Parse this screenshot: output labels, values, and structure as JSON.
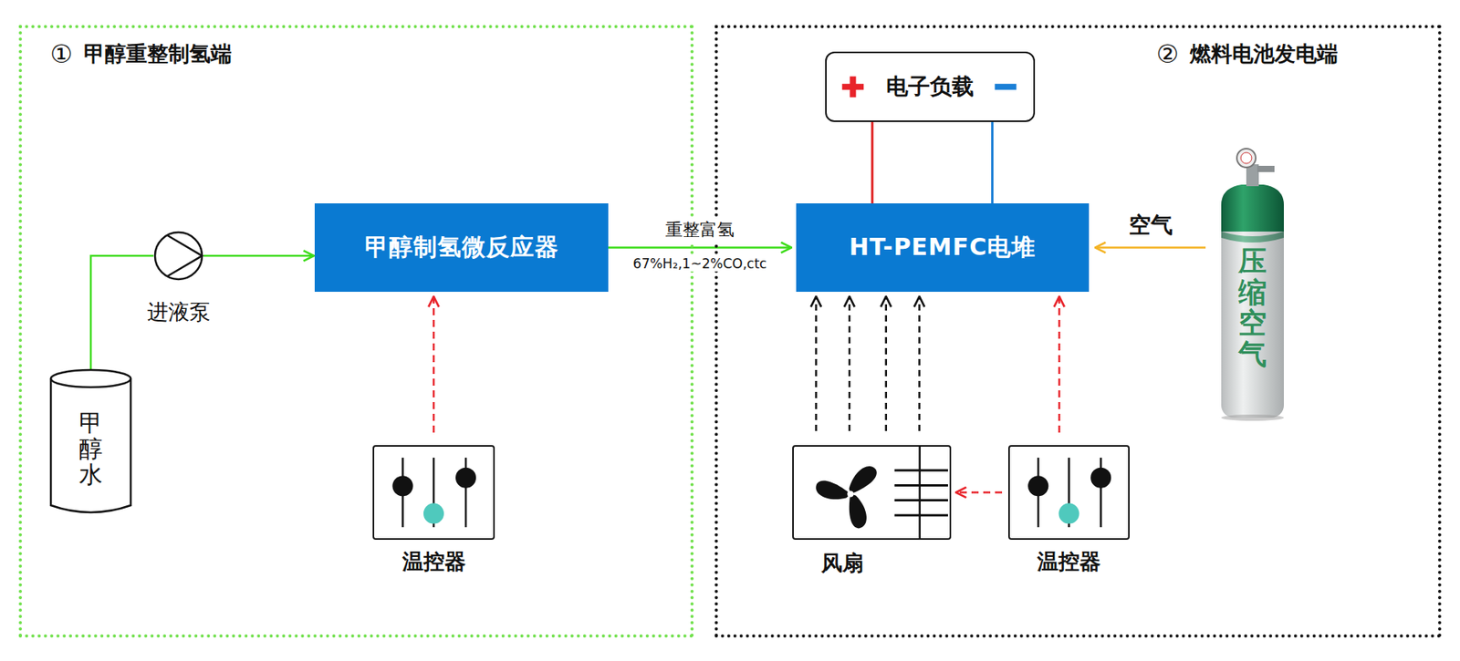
{
  "diagram": {
    "nodes": [
      {
        "text": [
          "①",
          "甲醇重整制氢端"
        ]
      },
      {
        "text": [
          "甲醇水"
        ],
        "in": 0
      },
      {
        "text": [
          "进液泵"
        ],
        "in": 0
      },
      {
        "text": [
          "甲醇制氢微反应器"
        ],
        "in": 0
      },
      {
        "text": [
          "温控器"
        ],
        "in": 0
      },
      {
        "text": [
          "②",
          "燃料电池发电端"
        ]
      },
      {
        "text": [
          "电子负载"
        ],
        "in": 5
      },
      {
        "text": [
          "HT-PEMFC电堆"
        ],
        "in": 5
      },
      {
        "text": [
          "风扇"
        ],
        "in": 5
      },
      {
        "text": [
          "温控器"
        ],
        "in": 5
      },
      {
        "text": [
          "压缩空气"
        ],
        "in": 5
      }
    ],
    "edges": [
      {
        "from": 1,
        "to": 2,
        "arrow": "none"
      },
      {
        "from": 2,
        "to": 3,
        "arrow": "to"
      },
      {
        "from": 3,
        "to": 7,
        "label": "重整富氢",
        "arrow": "to"
      },
      {
        "from": 4,
        "to": 3,
        "arrow": "to"
      },
      {
        "from": 8,
        "to": 7,
        "arrow": "to"
      },
      {
        "from": 8,
        "to": 7,
        "arrow": "to"
      },
      {
        "from": 8,
        "to": 7,
        "arrow": "to"
      },
      {
        "from": 8,
        "to": 7,
        "arrow": "to"
      },
      {
        "from": 9,
        "to": 7,
        "arrow": "to"
      },
      {
        "from": 9,
        "to": 8,
        "arrow": "to"
      },
      {
        "from": 10,
        "to": 7,
        "label": "空气",
        "arrow": "to"
      },
      {
        "from": 7,
        "to": 6,
        "arrow": "none"
      },
      {
        "from": 7,
        "to": 6,
        "arrow": "none"
      }
    ],
    "labels": [
      "67%H₂,1~2%CO,ctc"
    ]
  }
}
